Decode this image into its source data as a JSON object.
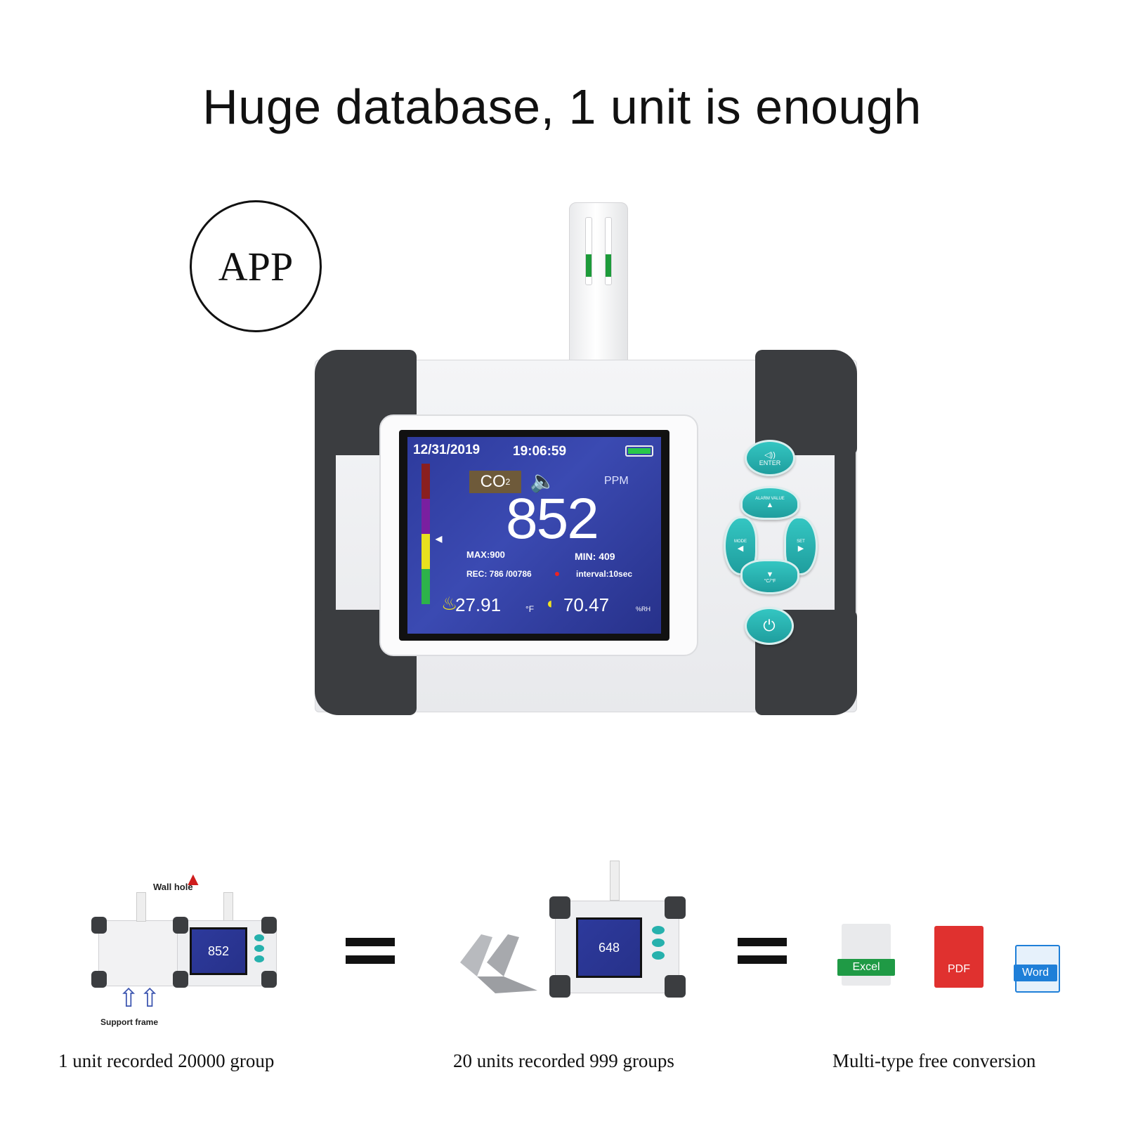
{
  "headline": "Huge database, 1 unit is enough",
  "badge": "APP",
  "lcd": {
    "date": "12/31/2019",
    "time": "19:06:59",
    "gas": "CO",
    "gas_sub": "2",
    "unit": "PPM",
    "value": "852",
    "max": "MAX:900",
    "min": "MIN: 409",
    "rec": "REC: 786 /00786",
    "interval": "interval:10sec",
    "temperature": "27.91",
    "temperature_unit": "°F",
    "humidity": "70.47",
    "humidity_unit": "%RH",
    "scale_colors": [
      "#8a1f1f",
      "#7a1fa0",
      "#e8e11e",
      "#2db34a"
    ]
  },
  "buttons": {
    "enter": "ENTER",
    "up": "ALARM VALUE",
    "left": "MODE",
    "right": "SET",
    "down": "°C/°F",
    "power_icon": "power-icon"
  },
  "bottom": {
    "wall_hole": "Wall hole",
    "support_frame": "Support frame",
    "mini_value_1": "852",
    "mini_value_2": "648",
    "caption_1": "1 unit recorded 20000 group",
    "caption_2": "20 units recorded 999 groups",
    "caption_3": "Multi-type free conversion",
    "formats": [
      "Excel",
      "PDF",
      "Word"
    ],
    "format_colors": [
      "#1f9a45",
      "#e0312f",
      "#1f7fd8"
    ]
  }
}
